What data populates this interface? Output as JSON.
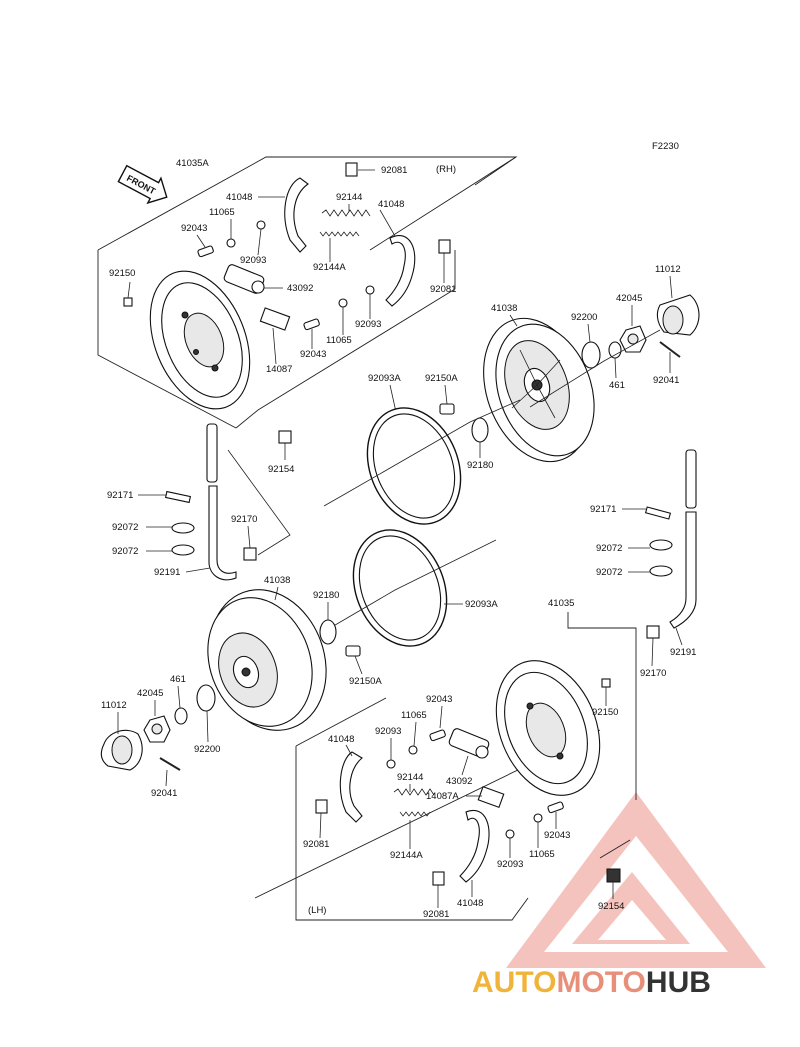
{
  "figure_code": "F2230",
  "front_label": "FRONT",
  "rh_label": "(RH)",
  "lh_label": "(LH)",
  "labels": {
    "l41035A": "41035A",
    "l92081a": "92081",
    "l41048a": "41048",
    "l11065a": "11065",
    "l92144a": "92144",
    "l41048b": "41048",
    "l92043a": "92043",
    "l92093a": "92093",
    "l92144Aa": "92144A",
    "l92150a": "92150",
    "l43092a": "43092",
    "l92081b": "92081",
    "l92093b": "92093",
    "l11065b": "11065",
    "l14087": "14087",
    "l92043b": "92043",
    "l11012a": "11012",
    "l41038a": "41038",
    "l42045a": "42045",
    "l92200a": "92200",
    "l461a": "461",
    "l92041a": "92041",
    "l92093Aa": "92093A",
    "l92150Aa": "92150A",
    "l92154a": "92154",
    "l92180a": "92180",
    "l92171a": "92171",
    "l92170a": "92170",
    "l92072a": "92072",
    "l92072b": "92072",
    "l92191a": "92191",
    "l92171b": "92171",
    "l92072c": "92072",
    "l92072d": "92072",
    "l41038b": "41038",
    "l92180b": "92180",
    "l92093Ab": "92093A",
    "l41035": "41035",
    "l92170b": "92170",
    "l92191b": "92191",
    "l461b": "461",
    "l42045b": "42045",
    "l11012b": "11012",
    "l92200b": "92200",
    "l92150Ab": "92150A",
    "l92041b": "92041",
    "l92043c": "92043",
    "l11065c": "11065",
    "l92150b": "92150",
    "l41048c": "41048",
    "l92093c": "92093",
    "l92144b": "92144",
    "l43092b": "43092",
    "l14087A": "14087A",
    "l92081c": "92081",
    "l92144Ab": "92144A",
    "l92043d": "92043",
    "l11065d": "11065",
    "l92093d": "92093",
    "l92154b": "92154",
    "l92081d": "92081",
    "l41048d": "41048"
  },
  "logo": {
    "part1": "AUTO",
    "part2": "MOTO",
    "part3": "HUB"
  },
  "colors": {
    "logo_yellow": "#f1b43a",
    "logo_red": "#e88f7a",
    "logo_dark": "#333333"
  }
}
